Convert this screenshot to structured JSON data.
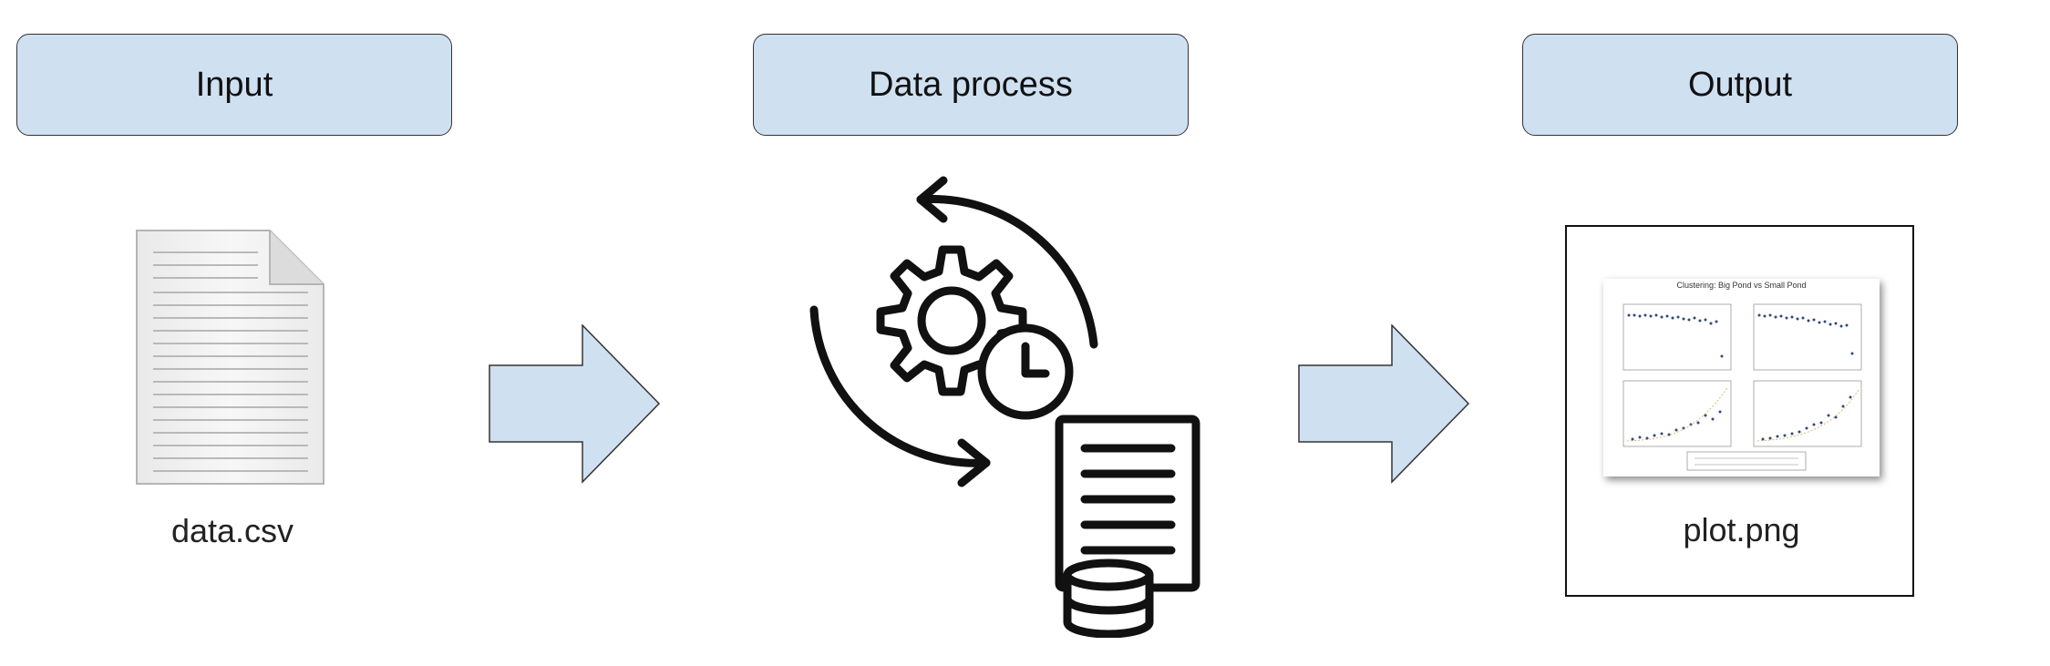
{
  "stages": [
    {
      "label": "Input"
    },
    {
      "label": "Data process"
    },
    {
      "label": "Output"
    }
  ],
  "input": {
    "file_name": "data.csv",
    "icon": "document-icon"
  },
  "process": {
    "icon": "gear-clock-database-icon"
  },
  "output": {
    "file_name": "plot.png",
    "thumbnail_title": "Clustering: Big Pond vs Small Pond",
    "icon": "plot-thumbnail"
  },
  "colors": {
    "box_fill": "#cfe0f1",
    "arrow_fill": "#cfe0f1",
    "stroke": "#333333"
  }
}
